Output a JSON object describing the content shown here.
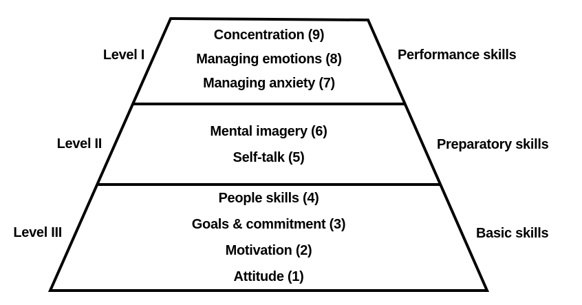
{
  "pyramid": {
    "levels": [
      {
        "label": "Level I",
        "skills_category": "Performance skills",
        "items": [
          "Concentration (9)",
          "Managing emotions (8)",
          "Managing anxiety (7)"
        ]
      },
      {
        "label": "Level II",
        "skills_category": "Preparatory skills",
        "items": [
          "Mental imagery (6)",
          "Self-talk (5)"
        ]
      },
      {
        "label": "Level III",
        "skills_category": "Basic skills",
        "items": [
          "People skills (4)",
          "Goals & commitment (3)",
          "Motivation (2)",
          "Attitude (1)"
        ]
      }
    ],
    "colors": {
      "line": "#000000",
      "text": "#000000",
      "background": "#ffffff"
    }
  }
}
